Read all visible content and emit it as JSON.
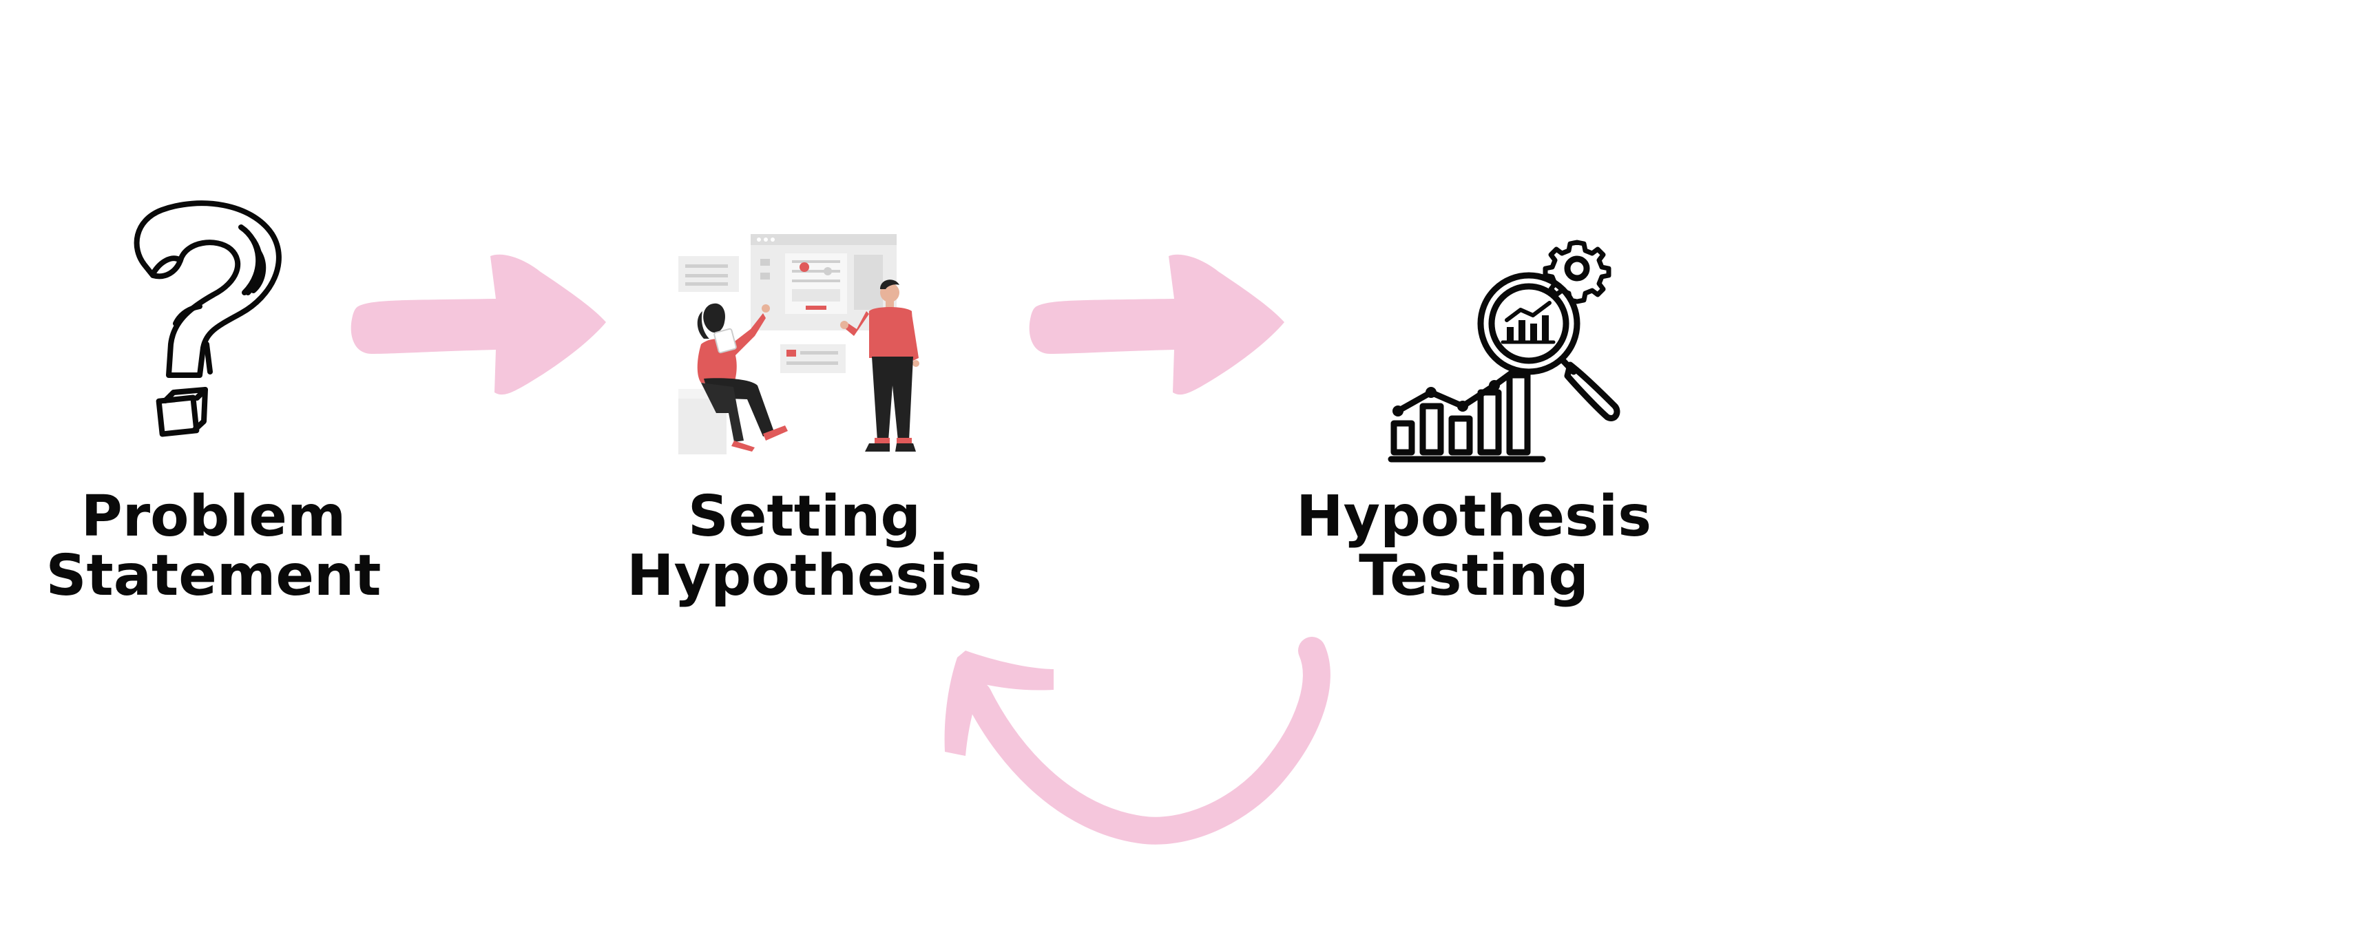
{
  "steps": [
    {
      "line1": "Problem",
      "line2": "Statement",
      "icon": "question-mark-icon"
    },
    {
      "line1": "Setting",
      "line2": "Hypothesis",
      "icon": "team-presentation-illustration"
    },
    {
      "line1": "Hypothesis",
      "line2": "Testing",
      "icon": "analytics-magnifier-icon"
    }
  ],
  "colors": {
    "arrow": "#f5c6dc",
    "text": "#0a0a0a",
    "accent_red": "#e05a5a",
    "panel_grey": "#ececec"
  }
}
